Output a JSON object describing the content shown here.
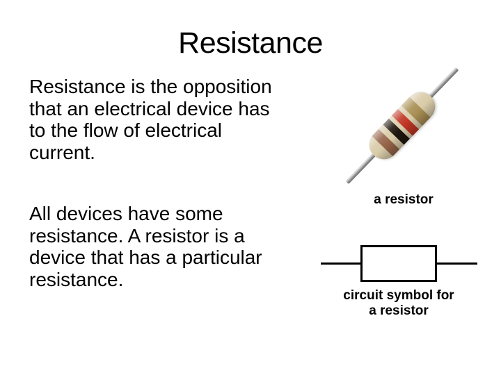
{
  "slide": {
    "title": "Resistance",
    "paragraphs": [
      {
        "text": "Resistance is the opposition\nthat an electrical device has\nto the flow of electrical\ncurrent."
      },
      {
        "text": "All devices have some\nresistance. A resistor is a\ndevice that has a particular\nresistance."
      }
    ],
    "photo_caption": "a resistor",
    "symbol_caption": "circuit symbol for\na resistor"
  },
  "resistor_photo": {
    "body_color": "#d8cba8",
    "band_brown_color": "#96654a",
    "band_black_color": "#1f160e",
    "band_red_color": "#c03524",
    "band_gold_color": "#a98f55",
    "lead_color": "#a8a8a8"
  },
  "circuit_symbol": {
    "stroke_color": "#000000"
  },
  "colors": {
    "background": "#ffffff",
    "text": "#000000"
  }
}
